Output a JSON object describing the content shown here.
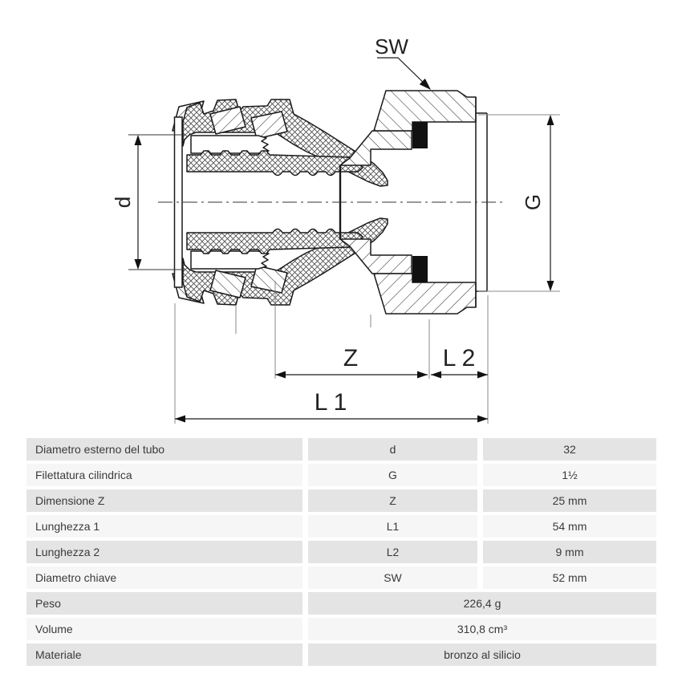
{
  "figure": {
    "labels": {
      "sw": "SW",
      "d": "d",
      "g": "G",
      "z": "Z",
      "l2": "L 2",
      "l1": "L 1"
    }
  },
  "table": {
    "rows": [
      {
        "label": "Diametro esterno del tubo",
        "symbol": "d",
        "value": "32"
      },
      {
        "label": "Filettatura cilindrica",
        "symbol": "G",
        "value": "1½"
      },
      {
        "label": "Dimensione Z",
        "symbol": "Z",
        "value": "25 mm"
      },
      {
        "label": "Lunghezza 1",
        "symbol": "L1",
        "value": "54 mm"
      },
      {
        "label": "Lunghezza 2",
        "symbol": "L2",
        "value": "9 mm"
      },
      {
        "label": "Diametro chiave",
        "symbol": "SW",
        "value": "52 mm"
      },
      {
        "label": "Peso",
        "value": "226,4 g"
      },
      {
        "label": "Volume",
        "value": "310,8 cm³"
      },
      {
        "label": "Materiale",
        "value": "bronzo al silicio"
      }
    ],
    "colors": {
      "row_dark": "#e4e4e4",
      "row_light": "#f6f6f6",
      "text": "#3a3a3a"
    }
  }
}
